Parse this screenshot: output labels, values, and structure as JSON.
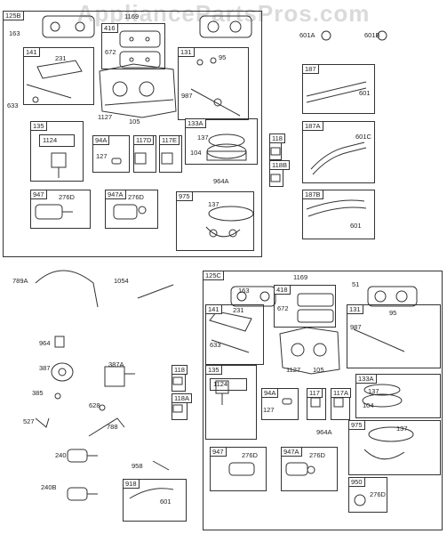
{
  "watermark": "AppliancePartsPros.com",
  "groups": {
    "g125B": "125B",
    "g141a": "141",
    "g416a": "416",
    "g131a": "131",
    "g135a": "135",
    "g94Aa": "94A",
    "g117Da": "117D",
    "g117Ea": "117E",
    "g133Aa": "133A",
    "g118a": "118",
    "g118Ba": "118B",
    "g947a": "947",
    "g947Aa": "947A",
    "g975a": "975",
    "g187": "187",
    "g187A": "187A",
    "g187B": "187B",
    "g125C": "125C",
    "g141b": "141",
    "g418b": "418",
    "g131b": "131",
    "g135b": "135",
    "g94Ab": "94A",
    "g117b": "117",
    "g117Ab": "117A",
    "g133Ab": "133A",
    "g118b": "118",
    "g118Ab": "118A",
    "g947b": "947",
    "g947Ab": "947A",
    "g975b": "975",
    "g950b": "950",
    "g918": "918"
  },
  "labels": {
    "l163a": "163",
    "l1169a": "1169",
    "l672a": "672",
    "l231a": "231",
    "l633a": "633",
    "l1127a": "1127",
    "l105a": "105",
    "l95a": "95",
    "l987a": "987",
    "l137a": "137",
    "l104a": "104",
    "l964Aa": "964A",
    "l1124a": "1124",
    "l127a": "127",
    "l276Da": "276D",
    "l276Db": "276D",
    "l137b": "137",
    "l601A": "601A",
    "l601B": "601B",
    "l601a": "601",
    "l601C": "601C",
    "l601b": "601",
    "l789A": "789A",
    "l1054": "1054",
    "l964": "964",
    "l387": "387",
    "l387A": "387A",
    "l385": "385",
    "l628": "628",
    "l527": "527",
    "l788": "788",
    "l240": "240",
    "l240B": "240B",
    "l958": "958",
    "l601c": "601",
    "l163b": "163",
    "l1169b": "1169",
    "l51": "51",
    "l672b": "672",
    "l231b": "231",
    "l633b": "633",
    "l95b": "95",
    "l987b": "987",
    "l1127b": "1127",
    "l105b": "105",
    "l1124b": "1124",
    "l127b": "127",
    "l137c": "137",
    "l104b": "104",
    "l964Ab": "964A",
    "l137d": "137",
    "l276Dc": "276D",
    "l276Dd": "276D",
    "l276De": "276D"
  }
}
